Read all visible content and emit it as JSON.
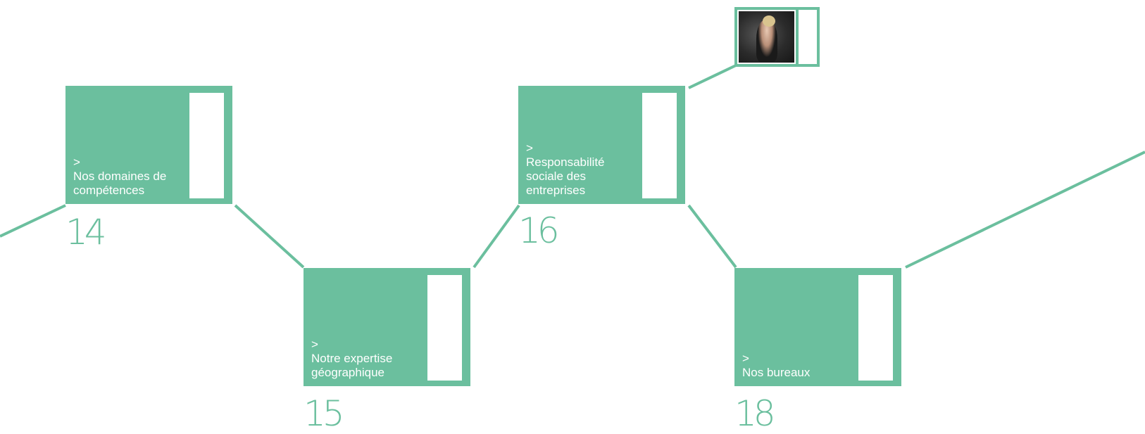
{
  "colors": {
    "accent": "#6BBF9E",
    "background": "#FFFFFF",
    "card_text": "#FFFFFF"
  },
  "sections": [
    {
      "arrow": ">",
      "label": "Nos domaines de\ncompétences",
      "page": "14"
    },
    {
      "arrow": ">",
      "label": "Notre expertise\ngéographique",
      "page": "15"
    },
    {
      "arrow": ">",
      "label": "Responsabilité\nsociale des\nentreprises",
      "page": "16"
    },
    {
      "arrow": ">",
      "label": "Nos bureaux",
      "page": "18"
    }
  ],
  "thumbnail": {
    "icon": "photo-thumbnail"
  }
}
